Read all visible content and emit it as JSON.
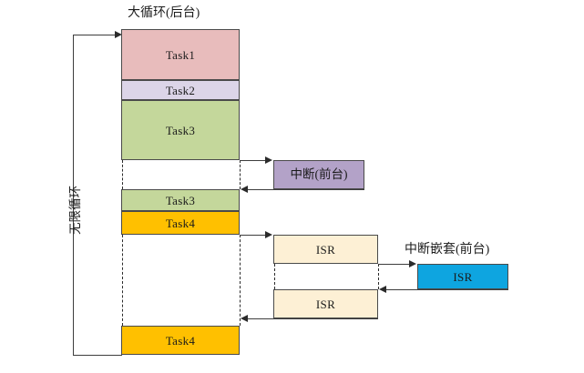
{
  "diagram": {
    "title_main_loop": "大循环(后台)",
    "title_interrupt": "中断(前台)",
    "title_nested_interrupt": "中断嵌套(前台)",
    "loop_label": "无限循环",
    "colors": {
      "task1": "#e8bcbc",
      "task2": "#dcd5e8",
      "task3": "#c4d79b",
      "task4": "#ffc000",
      "interrupt": "#b3a2c8",
      "isr": "#fdf0d5",
      "isr_nested": "#0ea5e0",
      "border": "#4a4a4a",
      "line": "#3d3d3d"
    },
    "background_column": [
      {
        "label": "Task1",
        "color_key": "task1"
      },
      {
        "label": "Task2",
        "color_key": "task2"
      },
      {
        "label": "Task3",
        "color_key": "task3"
      },
      {
        "label": "Task3",
        "color_key": "task3"
      },
      {
        "label": "Task4",
        "color_key": "task4"
      },
      {
        "label": "Task4",
        "color_key": "task4"
      }
    ],
    "interrupt_box": {
      "label": "中断(前台)"
    },
    "isr_boxes": [
      {
        "label": "ISR"
      },
      {
        "label": "ISR"
      }
    ],
    "isr_nested_box": {
      "label": "ISR"
    }
  }
}
